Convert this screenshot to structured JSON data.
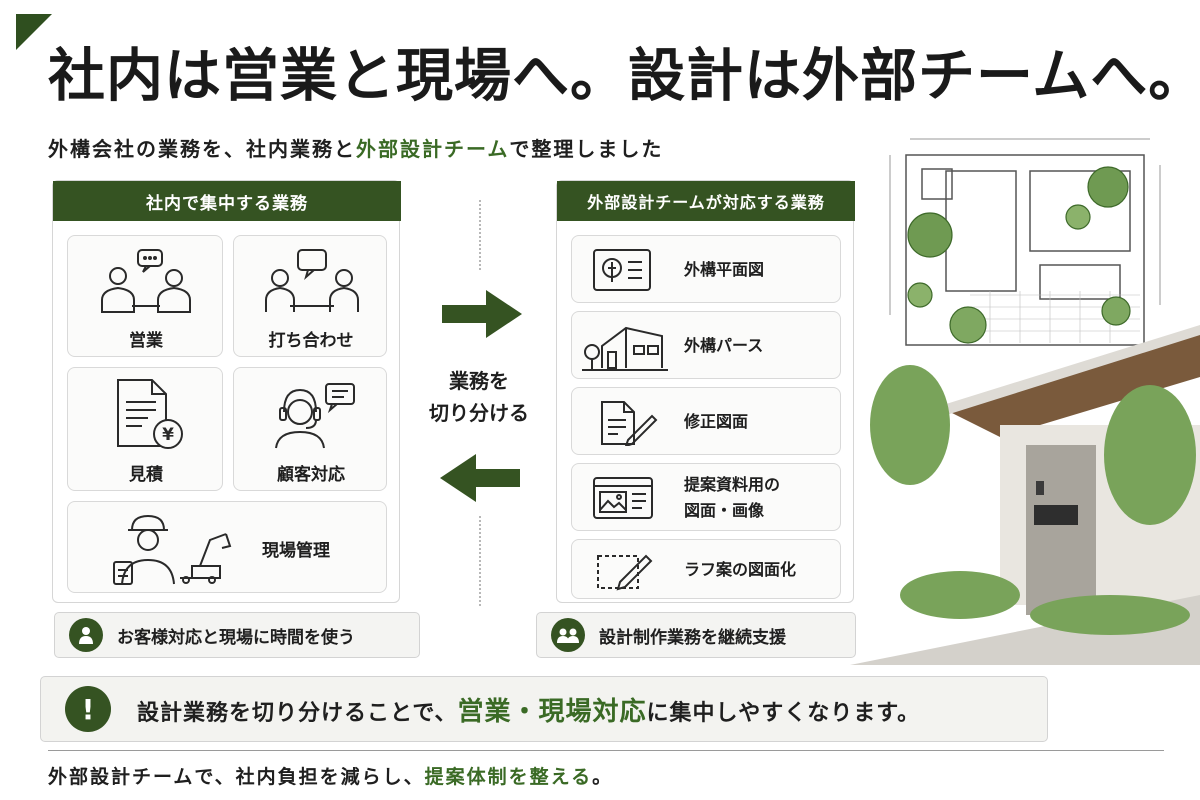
{
  "title": "社内は営業と現場へ。設計は外部チームへ。",
  "subtitle": {
    "part1": "外構会社の業務を、社内業務と",
    "highlight": "外部設計チーム",
    "part2": "で整理しました"
  },
  "left_panel": {
    "heading": "社内で集中する業務",
    "cards": [
      {
        "label": "営業",
        "icon": "meeting-people-icon"
      },
      {
        "label": "打ち合わせ",
        "icon": "discussion-icon"
      },
      {
        "label": "見積",
        "icon": "estimate-document-icon"
      },
      {
        "label": "顧客対応",
        "icon": "headset-support-icon"
      },
      {
        "label": "現場管理",
        "icon": "construction-worker-icon"
      }
    ],
    "footer_pill": "お客様対応と現場に時間を使う"
  },
  "middle": {
    "line1": "業務を",
    "line2": "切り分ける"
  },
  "right_panel": {
    "heading": "外部設計チームが対応する業務",
    "items": [
      {
        "label": "外構平面図",
        "icon": "floor-plan-icon"
      },
      {
        "label": "外構パース",
        "icon": "house-perspective-icon"
      },
      {
        "label": "修正図面",
        "icon": "edit-drawing-icon"
      },
      {
        "label1": "提案資料用の",
        "label2": "図面・画像",
        "icon": "proposal-image-icon"
      },
      {
        "label": "ラフ案の図面化",
        "icon": "rough-sketch-icon"
      }
    ],
    "footer_pill": "設計制作業務を継続支援"
  },
  "message": {
    "part1": "設計業務を切り分けることで、",
    "highlight": "営業・現場対応",
    "part2": "に集中しやすくなります。"
  },
  "footer": {
    "part1": "外部設計チームで、社内負担を減らし、",
    "highlight": "提案体制を整える",
    "part2": "。"
  },
  "colors": {
    "brand_green": "#355322",
    "accent_green": "#3a6a25"
  }
}
